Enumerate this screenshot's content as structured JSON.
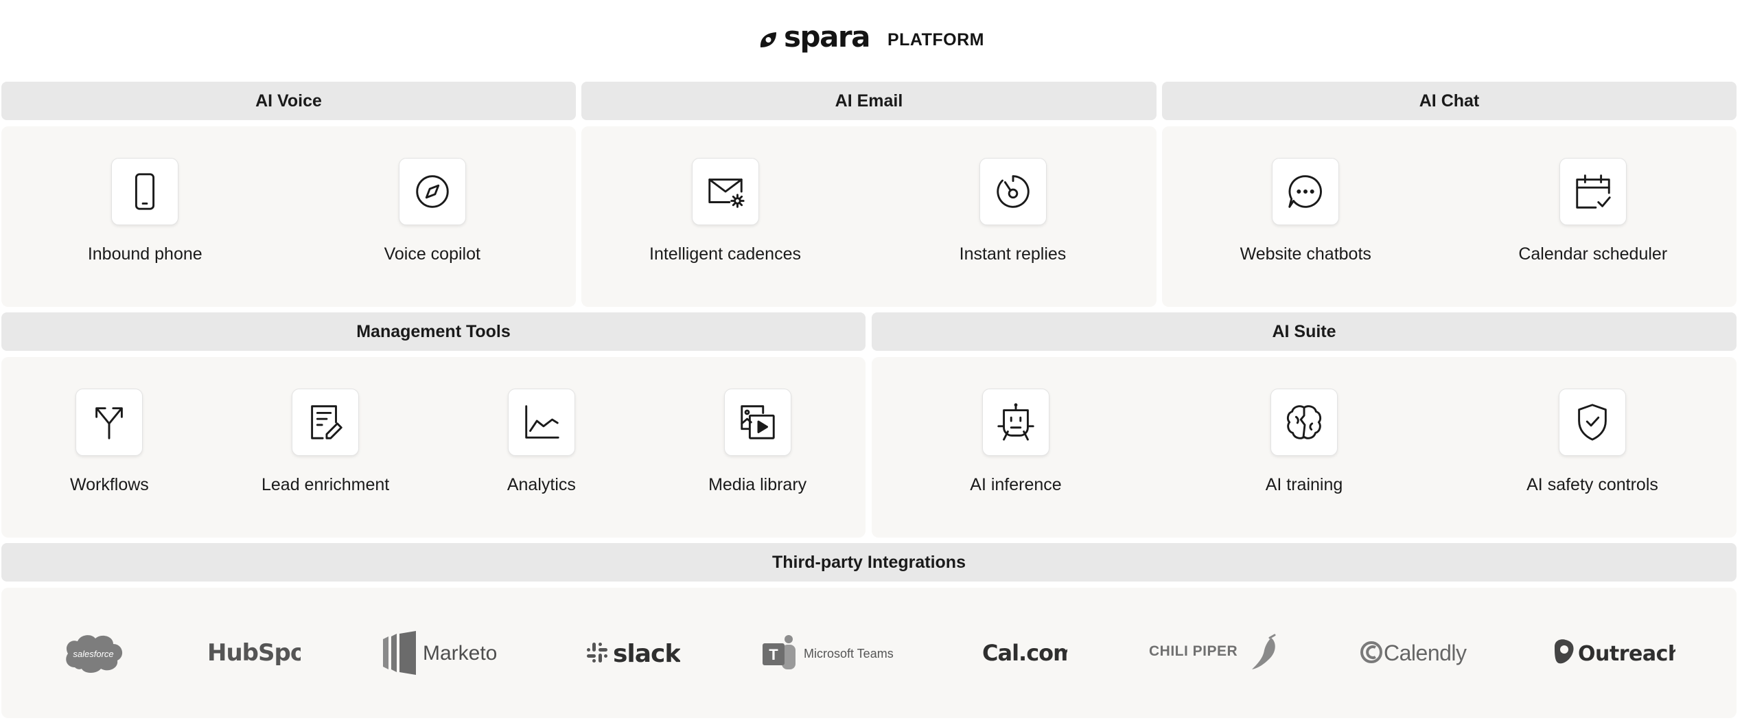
{
  "header": {
    "brand": "spara",
    "title": "PLATFORM",
    "brand_icon": "spara-leaf-logo"
  },
  "sections": {
    "ai_voice": {
      "title": "AI Voice",
      "items": [
        {
          "label": "Inbound phone",
          "icon": "smartphone-icon"
        },
        {
          "label": "Voice copilot",
          "icon": "compass-icon"
        }
      ]
    },
    "ai_email": {
      "title": "AI Email",
      "items": [
        {
          "label": "Intelligent cadences",
          "icon": "mail-settings-icon"
        },
        {
          "label": "Instant replies",
          "icon": "timer-icon"
        }
      ]
    },
    "ai_chat": {
      "title": "AI Chat",
      "items": [
        {
          "label": "Website chatbots",
          "icon": "chat-bubble-icon"
        },
        {
          "label": "Calendar scheduler",
          "icon": "calendar-check-icon"
        }
      ]
    },
    "management_tools": {
      "title": "Management Tools",
      "items": [
        {
          "label": "Workflows",
          "icon": "split-arrows-icon"
        },
        {
          "label": "Lead enrichment",
          "icon": "document-edit-icon"
        },
        {
          "label": "Analytics",
          "icon": "line-chart-icon"
        },
        {
          "label": "Media library",
          "icon": "media-gallery-icon"
        }
      ]
    },
    "ai_suite": {
      "title": "AI Suite",
      "items": [
        {
          "label": "AI inference",
          "icon": "robot-icon"
        },
        {
          "label": "AI training",
          "icon": "brain-icon"
        },
        {
          "label": "AI safety controls",
          "icon": "shield-check-icon"
        }
      ]
    },
    "integrations": {
      "title": "Third-party Integrations",
      "logos": [
        "salesforce",
        "HubSpot",
        "Marketo",
        "slack",
        "Microsoft Teams",
        "Cal.com",
        "CHILI PIPER",
        "Calendly",
        "Outreach"
      ]
    }
  },
  "colors": {
    "bar_background": "#e8e8e8",
    "panel_background": "#f8f7f5",
    "icon_stroke": "#1a1a1a",
    "logo_gray": "#555555"
  }
}
